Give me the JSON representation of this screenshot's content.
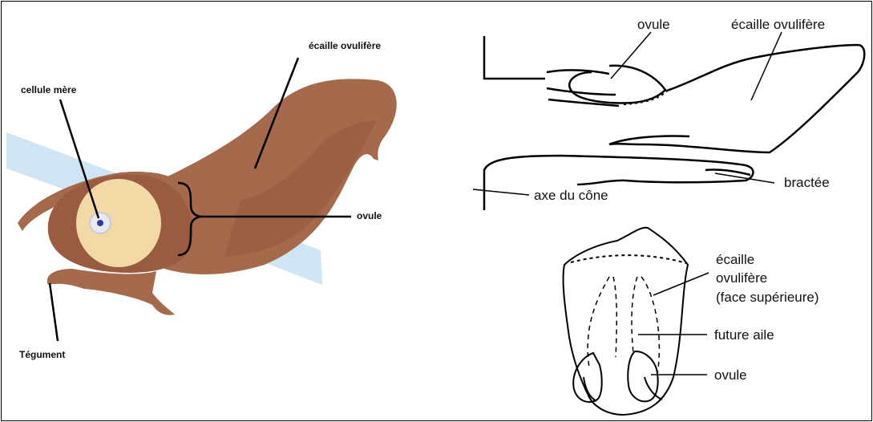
{
  "left_panel": {
    "labels": {
      "cellule_mere": "cellule mère",
      "ecaille_ovulifere": "écaille ovulifère",
      "ovule": "ovule",
      "tegument": "Tégument"
    },
    "colors": {
      "scale": "#a5694c",
      "scale_dark": "#9a5c40",
      "nucellus": "#f2d9a6",
      "cone_axis_band": "#cfe5f3",
      "nucleus": "#2a3f9e"
    }
  },
  "right_top": {
    "labels": {
      "ovule": "ovule",
      "ecaille_ovulifere": "écaille ovulifère",
      "bractee": "bractée",
      "axe_du_cone": "axe du cône"
    }
  },
  "right_bottom": {
    "labels": {
      "ecaille_line1": "écaille",
      "ecaille_line2": "ovulifère",
      "ecaille_line3": "(face supérieure)",
      "future_aile": "future aile",
      "ovule": "ovule"
    }
  }
}
